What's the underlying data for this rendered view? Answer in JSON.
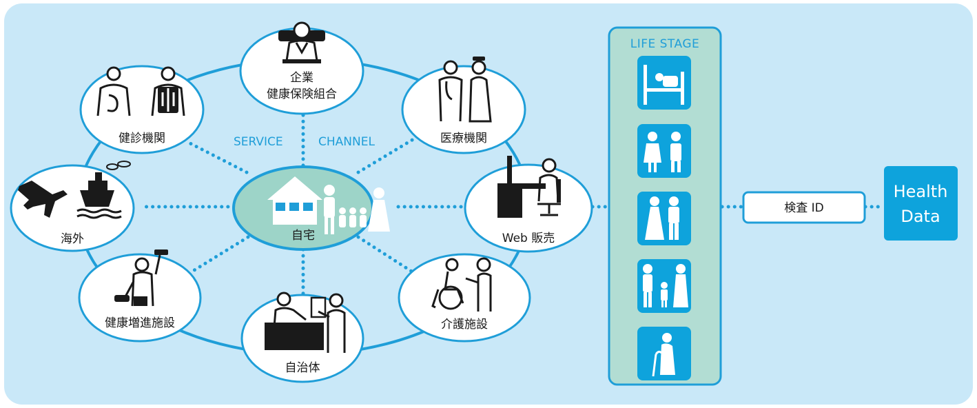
{
  "labels": {
    "service": "SERVICE",
    "channel": "CHANNEL"
  },
  "nodes": {
    "company": {
      "line1": "企業",
      "line2": "健康保険組合",
      "icon": "doctor-desk-icon"
    },
    "checkup": {
      "label": "健診機関",
      "icon": "xray-icon"
    },
    "medical": {
      "label": "医療機関",
      "icon": "doctor-nurse-icon"
    },
    "overseas": {
      "label": "海外",
      "icon": "plane-ship-icon"
    },
    "home": {
      "label": "自宅",
      "icon": "house-family-icon"
    },
    "web": {
      "label": "Web 販売",
      "icon": "computer-user-icon"
    },
    "fitness": {
      "label": "健康増進施設",
      "icon": "dumbbell-icon"
    },
    "municipality": {
      "label": "自治体",
      "icon": "counter-icon"
    },
    "care": {
      "label": "介護施設",
      "icon": "wheelchair-icon"
    }
  },
  "life_stage": {
    "title": "LIFE STAGE",
    "stages": [
      "baby-crib-icon",
      "children-icon",
      "wedding-couple-icon",
      "family-icon",
      "elderly-cane-icon"
    ]
  },
  "inspection_id": "検査 ID",
  "health_data": {
    "line1": "Health",
    "line2": "Data"
  },
  "colors": {
    "background": "#c9e8f8",
    "accent": "#1f9ed8",
    "center_fill": "#9dd4c8",
    "panel_fill": "#b2ddd3",
    "health_box": "#0ea3dc"
  }
}
